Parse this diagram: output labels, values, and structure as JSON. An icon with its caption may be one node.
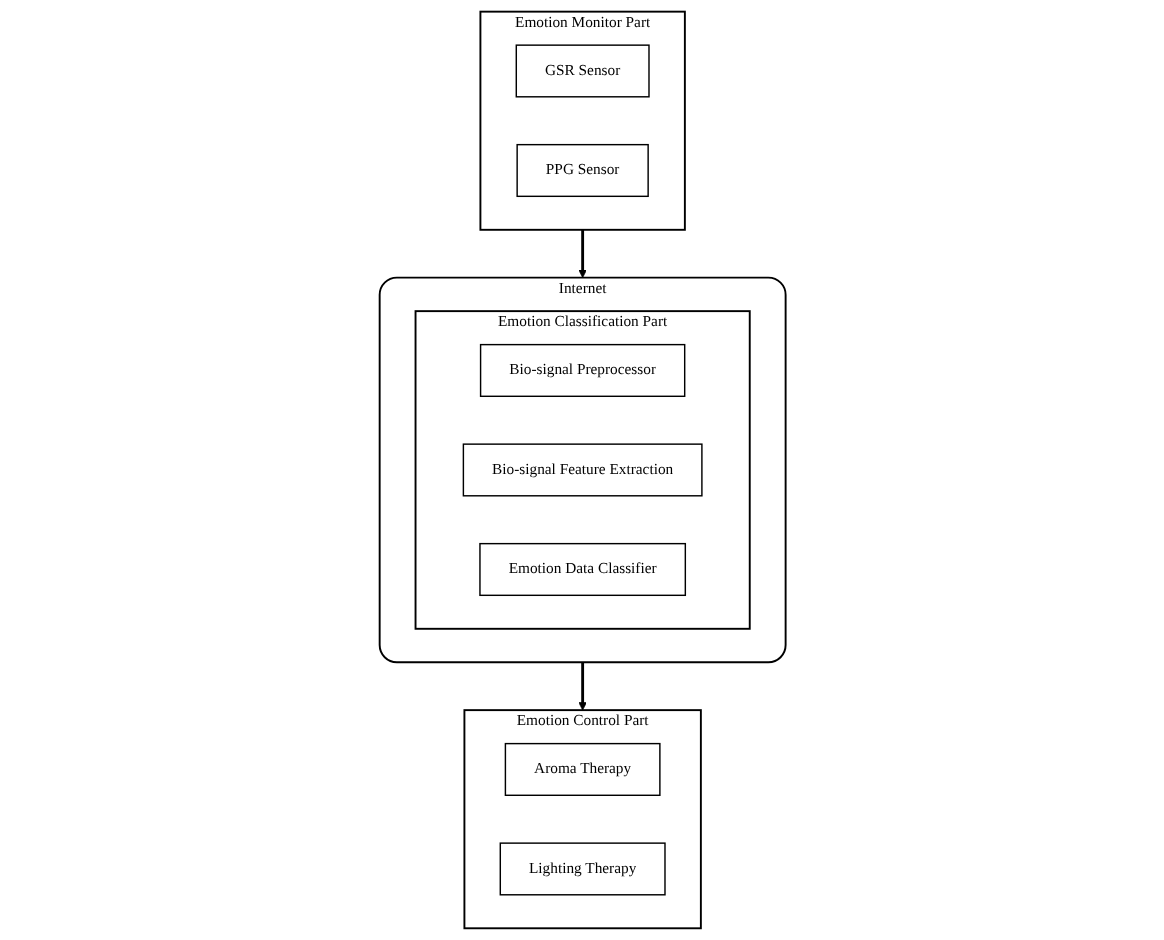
{
  "diagram": {
    "nodes": [
      {
        "text": [
          "Emotion Monitor Part"
        ]
      },
      {
        "text": [
          "GSR Sensor"
        ],
        "in": 0
      },
      {
        "text": [
          "PPG Sensor"
        ],
        "in": 0
      },
      {
        "text": [
          "Internet"
        ]
      },
      {
        "text": [
          "Emotion Classification Part"
        ],
        "in": 3
      },
      {
        "text": [
          "Bio-signal Preprocessor"
        ],
        "in": 4
      },
      {
        "text": [
          "Bio-signal Feature Extraction"
        ],
        "in": 4
      },
      {
        "text": [
          "Emotion Data Classifier"
        ],
        "in": 4
      },
      {
        "text": [
          "Emotion Control Part"
        ]
      },
      {
        "text": [
          "Aroma Therapy"
        ],
        "in": 8
      },
      {
        "text": [
          "Lighting Therapy"
        ],
        "in": 8
      }
    ],
    "edges": [
      {
        "from": 0,
        "to": 3,
        "arrow": "to"
      },
      {
        "from": 3,
        "to": 8,
        "arrow": "to"
      }
    ]
  }
}
